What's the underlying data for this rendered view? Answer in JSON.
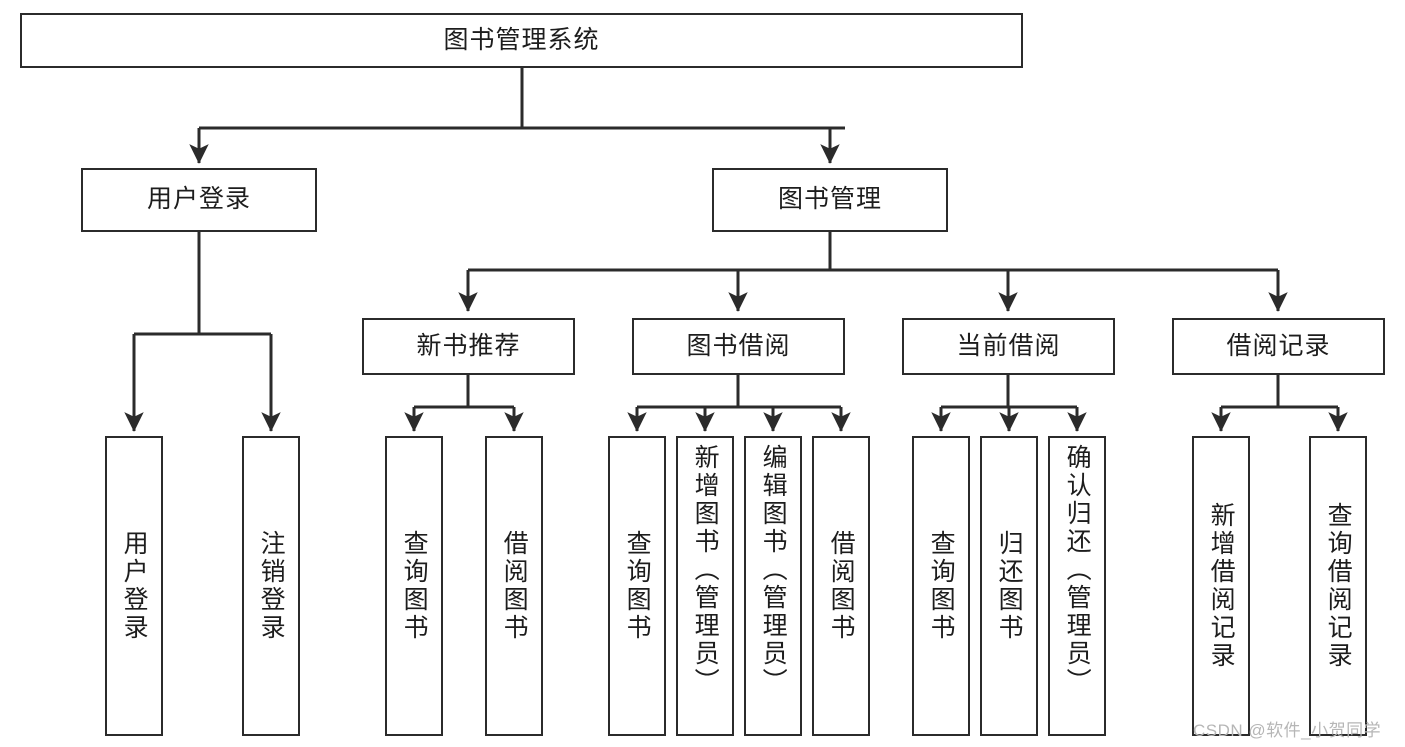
{
  "diagram": {
    "title": "图书管理系统",
    "type": "tree",
    "colors": {
      "node_border": "#2b2b2b",
      "node_fill": "#ffffff",
      "edge": "#2b2b2b",
      "text": "#1d1d1d",
      "watermark": "#b6b6b6",
      "background": "#ffffff"
    },
    "nodes": {
      "root": {
        "label": "图书管理系统"
      },
      "level2": [
        {
          "id": "user-login",
          "label": "用户登录"
        },
        {
          "id": "book-manage",
          "label": "图书管理"
        }
      ],
      "level3": [
        {
          "id": "new-book-rec",
          "label": "新书推荐"
        },
        {
          "id": "book-borrow",
          "label": "图书借阅"
        },
        {
          "id": "current-borrow",
          "label": "当前借阅"
        },
        {
          "id": "borrow-record",
          "label": "借阅记录"
        }
      ],
      "leaves": [
        {
          "id": "leaf-user-login",
          "label": "用户登录",
          "parent": "user-login"
        },
        {
          "id": "leaf-logout",
          "label": "注销登录",
          "parent": "user-login"
        },
        {
          "id": "leaf-query-book-1",
          "label": "查询图书",
          "parent": "new-book-rec"
        },
        {
          "id": "leaf-borrow-book-1",
          "label": "借阅图书",
          "parent": "new-book-rec"
        },
        {
          "id": "leaf-query-book-2",
          "label": "查询图书",
          "parent": "book-borrow"
        },
        {
          "id": "leaf-add-book",
          "label": "新增图书（管理员）",
          "parent": "book-borrow"
        },
        {
          "id": "leaf-edit-book",
          "label": "编辑图书（管理员）",
          "parent": "book-borrow"
        },
        {
          "id": "leaf-borrow-book-2",
          "label": "借阅图书",
          "parent": "book-borrow"
        },
        {
          "id": "leaf-query-book-3",
          "label": "查询图书",
          "parent": "current-borrow"
        },
        {
          "id": "leaf-return-book",
          "label": "归还图书",
          "parent": "current-borrow"
        },
        {
          "id": "leaf-confirm-return",
          "label": "确认归还（管理员）",
          "parent": "current-borrow"
        },
        {
          "id": "leaf-add-record",
          "label": "新增借阅记录",
          "parent": "borrow-record"
        },
        {
          "id": "leaf-query-record",
          "label": "查询借阅记录",
          "parent": "borrow-record"
        }
      ]
    },
    "watermark": "CSDN @软件_小贺同学"
  }
}
